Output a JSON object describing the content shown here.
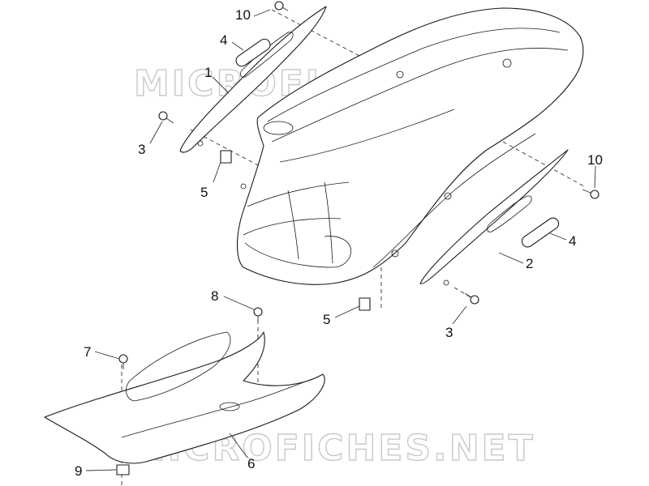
{
  "watermarks": [
    {
      "text": "MICROFICHES.NET"
    },
    {
      "text": "MICROFICHES.NET"
    }
  ],
  "callouts": [
    {
      "label": "10"
    },
    {
      "label": "4"
    },
    {
      "label": "1"
    },
    {
      "label": "3"
    },
    {
      "label": "5"
    },
    {
      "label": "10"
    },
    {
      "label": "4"
    },
    {
      "label": "2"
    },
    {
      "label": "3"
    },
    {
      "label": "5"
    },
    {
      "label": "8"
    },
    {
      "label": "7"
    },
    {
      "label": "6"
    },
    {
      "label": "9"
    }
  ]
}
